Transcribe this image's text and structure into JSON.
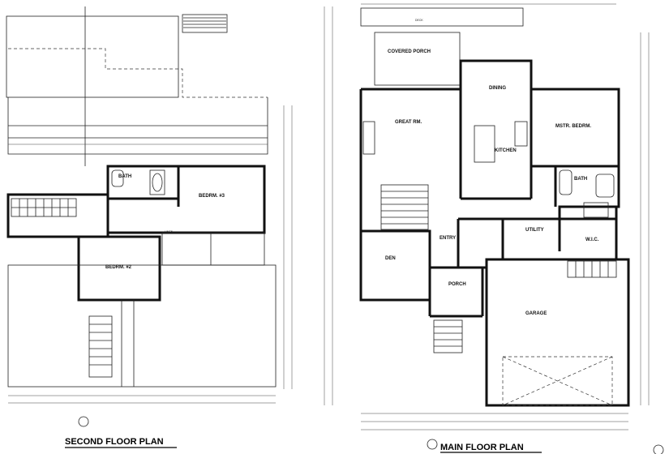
{
  "plans": {
    "second": {
      "title": "SECOND FLOOR PLAN",
      "rooms": {
        "bath": "BATH",
        "bedroom3": "BEDRM. #3",
        "bedroom2": "BEDRM. #2",
        "linen": "LINEN"
      }
    },
    "main": {
      "title": "MAIN FLOOR PLAN",
      "rooms": {
        "deck": "DECK",
        "covered_porch": "COVERED PORCH",
        "dining": "DINING",
        "great_rm": "GREAT RM.",
        "kitchen": "KITCHEN",
        "mstr_bedrm": "MSTR. BEDRM.",
        "bath": "BATH",
        "utility": "UTILITY",
        "wic": "W.I.C.",
        "entry": "ENTRY",
        "den": "DEN",
        "porch": "PORCH",
        "garage": "GARAGE"
      }
    }
  }
}
